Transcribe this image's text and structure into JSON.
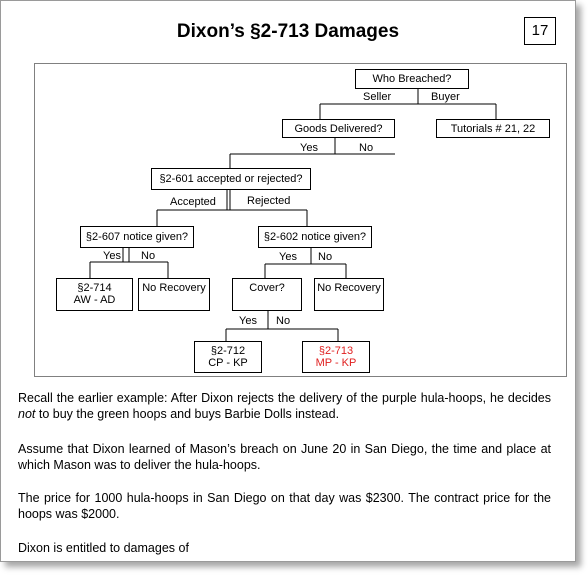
{
  "title": "Dixon’s §2-713 Damages",
  "page_number": "17",
  "diagram": {
    "who_breached": "Who Breached?",
    "seller": "Seller",
    "buyer": "Buyer",
    "goods_delivered": "Goods Delivered?",
    "tutorials": "Tutorials # 21, 22",
    "yes": "Yes",
    "no": "No",
    "accepted_or_rejected": "§2-601 accepted or rejected?",
    "accepted": "Accepted",
    "rejected": "Rejected",
    "notice_607": "§2-607 notice given?",
    "notice_602": "§2-602 notice given?",
    "s2714": "§2-714",
    "s2714_formula": "AW  -  AD",
    "no_recovery": "No Recovery",
    "cover": "Cover?",
    "s2712": "§2-712",
    "s2712_formula": "CP  -  KP",
    "s2713": "§2-713",
    "s2713_formula": "MP - KP",
    "highlight_color": "#e02020"
  },
  "text": {
    "p1_before": "Recall the earlier example: After Dixon rejects the delivery of the purple hula-hoops, he decides ",
    "p1_emph": "not",
    "p1_after": " to buy the green hoops and buys Barbie Dolls instead.",
    "p2": "Assume that Dixon learned of Mason’s breach on June 20 in San Diego, the time and place at which Mason was to deliver the hula-hoops.",
    "p3": "The price for 1000 hula-hoops in San Diego on that day was $2300. The contract price for the hoops was $2000.",
    "p4": "Dixon is entitled to damages of"
  }
}
